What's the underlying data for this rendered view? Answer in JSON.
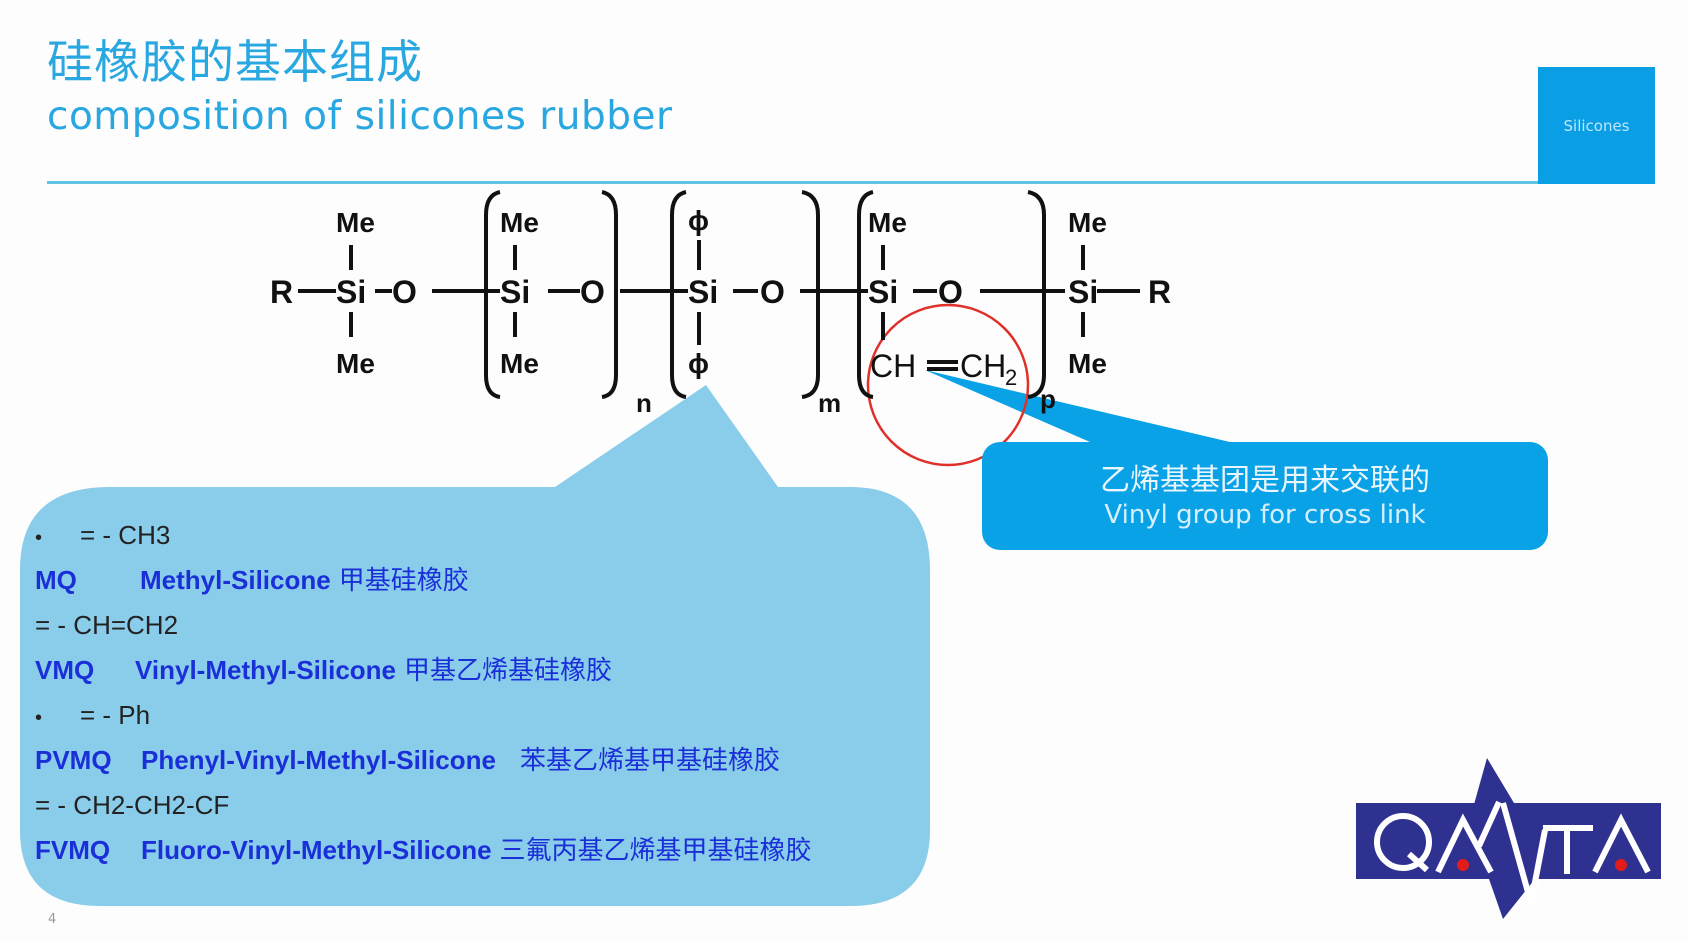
{
  "header": {
    "title_cn": "硅橡胶的基本组成",
    "title_en": "composition of silicones rubber",
    "tag": "Silicones"
  },
  "formula": {
    "end_group": "R",
    "atoms": {
      "si": "Si",
      "o": "O"
    },
    "units": [
      {
        "top": "Me",
        "bottom": "Me",
        "subscript": ""
      },
      {
        "top": "Me",
        "bottom": "Me",
        "subscript": "n"
      },
      {
        "top": "ϕ",
        "bottom": "ϕ",
        "subscript": "m"
      },
      {
        "top": "Me",
        "bottom": "CH=CH2",
        "subscript": "p"
      },
      {
        "top": "Me",
        "bottom": "Me",
        "subscript": ""
      }
    ],
    "vinyl_left": "CH",
    "vinyl_right": "CH",
    "vinyl_sub": "2"
  },
  "left_callout": {
    "lines": [
      {
        "type": "bullet",
        "text": "= - CH3"
      },
      {
        "type": "grade",
        "code": "MQ",
        "name": "Methyl-Silicone",
        "cn": "甲基硅橡胶"
      },
      {
        "type": "plain",
        "text": "= - CH=CH2"
      },
      {
        "type": "grade",
        "code": "VMQ",
        "name": "Vinyl-Methyl-Silicone",
        "cn": "甲基乙烯基硅橡胶"
      },
      {
        "type": "bullet",
        "text": "= - Ph"
      },
      {
        "type": "grade",
        "code": "PVMQ",
        "name": "Phenyl-Vinyl-Methyl-Silicone",
        "cn": "苯基乙烯基甲基硅橡胶"
      },
      {
        "type": "plain",
        "text": "= - CH2-CH2-CF"
      },
      {
        "type": "grade",
        "code": "FVMQ",
        "name": "Fluoro-Vinyl-Methyl-Silicone",
        "cn": "三氟丙基乙烯基甲基硅橡胶"
      }
    ],
    "bullet_char": "•"
  },
  "right_callout": {
    "cn": "乙烯基基团是用来交联的",
    "en": "Vinyl group for cross link"
  },
  "footer": {
    "page_number": "4",
    "logo_text": "QANTA"
  },
  "colors": {
    "title": "#29a7e1",
    "tag_bg": "#0a9ee4",
    "left_callout_bg": "#8acdeb",
    "right_callout_bg": "#0aa2e6",
    "highlight_circle": "#e0302a",
    "grade_text": "#1a2fd8",
    "logo_bg": "#2e3190",
    "logo_dot": "#e21b1b"
  }
}
